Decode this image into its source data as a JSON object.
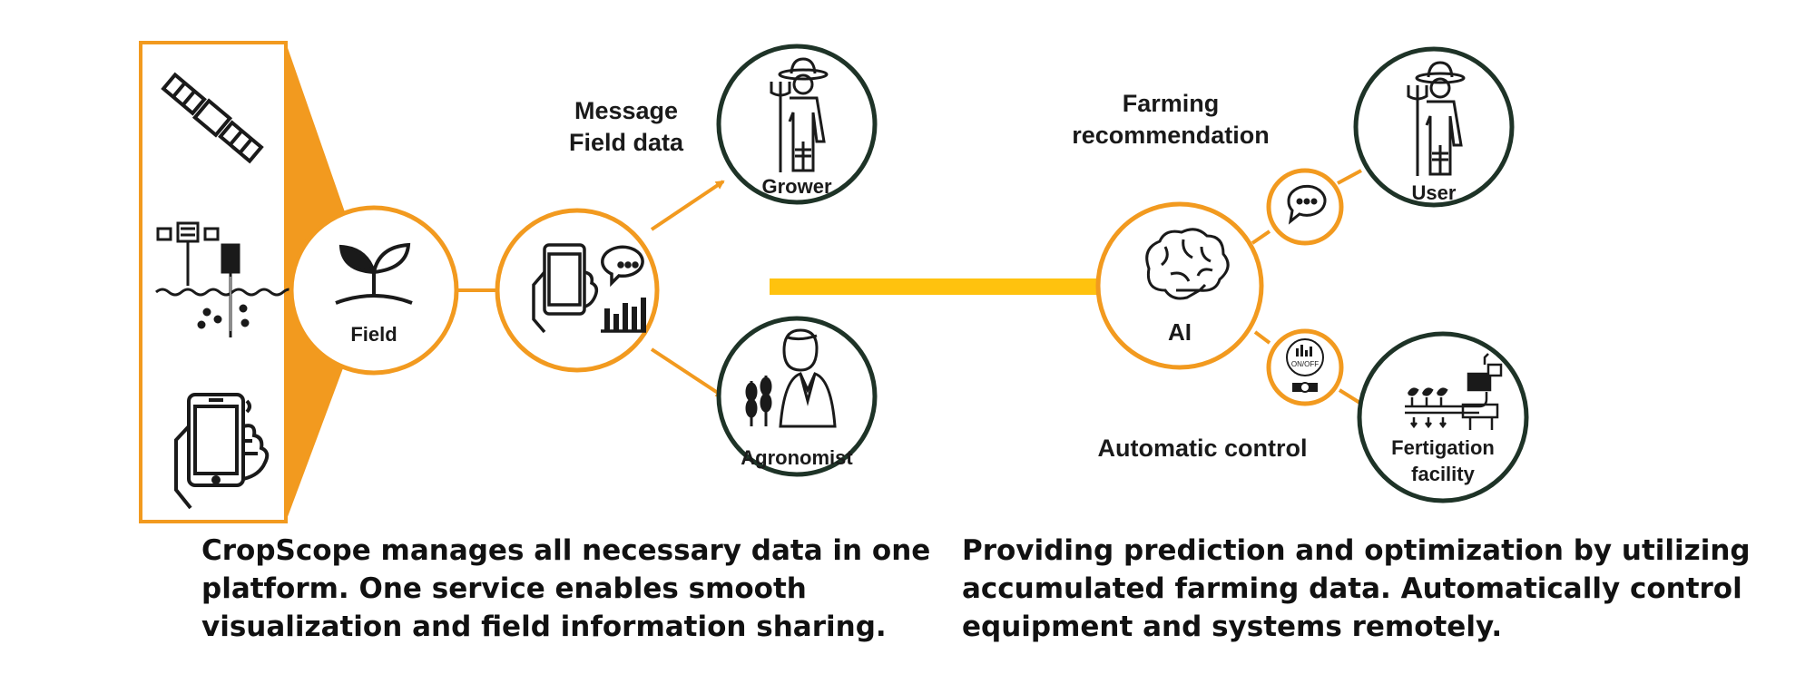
{
  "colors": {
    "accent": "#F29A1F",
    "arrow": "#FFC20E",
    "ring": "#1E3327",
    "text": "#1A1A1A",
    "background": "#FFFFFF"
  },
  "icons": {
    "sources": [
      "satellite-icon",
      "soil-sensor-icon",
      "smartphone-hand-icon"
    ],
    "field": "sprout-icon",
    "hub": "phone-chat-chart-icon",
    "grower": "farmer-icon",
    "agronomist": "agronomist-icon",
    "ai": "brain-icon",
    "recommendation": "speech-bubble-icon",
    "control": "on-off-valve-icon",
    "user": "farmer-icon",
    "fertigation": "fertigation-facility-icon"
  },
  "left": {
    "field_label": "Field",
    "heading_line1": "Message",
    "heading_line2": "Field data",
    "grower_label": "Grower",
    "agronomist_label": "Agronomist",
    "caption_line1": "CropScope manages all necessary data in one",
    "caption_line2": "platform. One service enables smooth",
    "caption_line3": "visualization and field information sharing."
  },
  "right": {
    "ai_label": "AI",
    "heading_rec_line1": "Farming",
    "heading_rec_line2": "recommendation",
    "user_label": "User",
    "heading_control": "Automatic control",
    "fert_label_line1": "Fertigation",
    "fert_label_line2": "facility",
    "onoff_label": "ON/OFF",
    "caption_line1": "Providing prediction and optimization by utilizing",
    "caption_line2": "accumulated farming data. Automatically control",
    "caption_line3": "equipment and systems remotely."
  }
}
